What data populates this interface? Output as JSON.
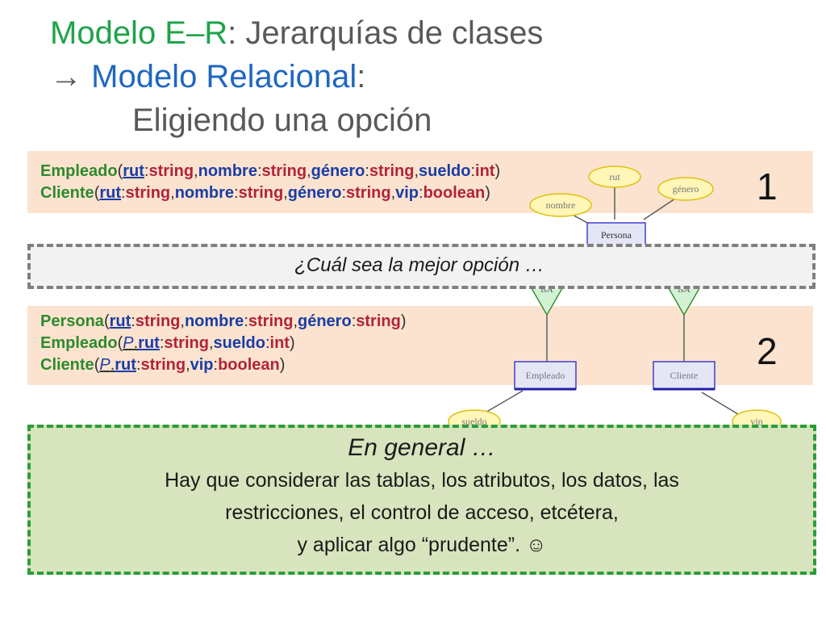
{
  "title": {
    "line1_green": "Modelo E–R",
    "line1_rest": ": Jerarquías de clases",
    "line2_arrow": "→ ",
    "line2_blue": "Modelo Relacional",
    "line2_rest": ":",
    "line3": "Eligiendo una opción"
  },
  "option1": {
    "number": "1",
    "empleado": {
      "rel": "Empleado",
      "pk": "rut",
      "t1": "string",
      "a2": "nombre",
      "t2": "string",
      "a3": "género",
      "t3": "string",
      "a4": "sueldo",
      "t4": "int"
    },
    "cliente": {
      "rel": "Cliente",
      "pk": "rut",
      "t1": "string",
      "a2": "nombre",
      "t2": "string",
      "a3": "género",
      "t3": "string",
      "a4": "vip",
      "t4": "boolean"
    }
  },
  "question": "¿Cuál sea la mejor opción …",
  "option2": {
    "number": "2",
    "persona": {
      "rel": "Persona",
      "pk": "rut",
      "t1": "string",
      "a2": "nombre",
      "t2": "string",
      "a3": "género",
      "t3": "string"
    },
    "empleado": {
      "rel": "Empleado",
      "p": "P",
      "pk": "rut",
      "t1": "string",
      "a2": "sueldo",
      "t2": "int"
    },
    "cliente": {
      "rel": "Cliente",
      "p": "P",
      "pk": "rut",
      "t1": "string",
      "a2": "vip",
      "t2": "boolean"
    }
  },
  "general": {
    "heading": "En general …",
    "line1": "Hay que considerar las tablas, los atributos, los datos, las",
    "line2": "restricciones, el control de acceso, etcétera,",
    "line3": "y aplicar algo “prudente”. ☺"
  },
  "er": {
    "attr_rut": "rut",
    "attr_genero": "género",
    "attr_nombre": "nombre",
    "entity_persona": "Persona",
    "isa_left": "isA",
    "isa_right": "isA",
    "entity_empleado": "Empleado",
    "entity_cliente": "Cliente",
    "attr_sueldo": "sueldo",
    "attr_vip": "vip"
  }
}
